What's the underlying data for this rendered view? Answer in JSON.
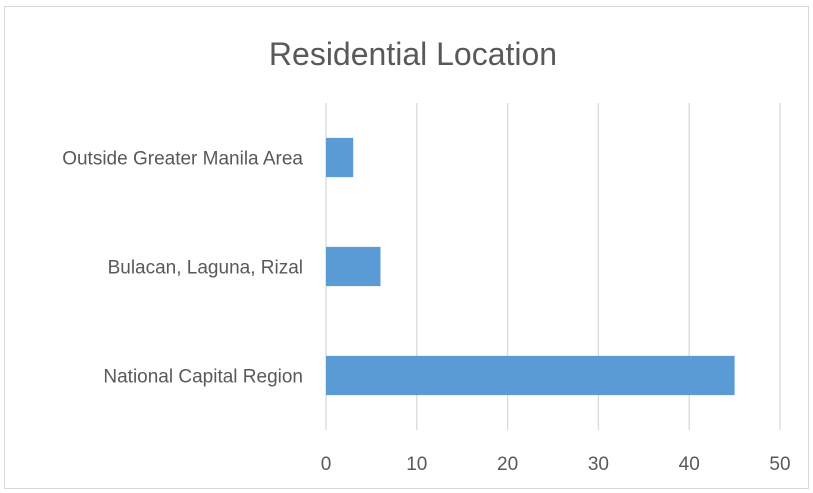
{
  "chart_data": {
    "type": "bar",
    "orientation": "horizontal",
    "title": "Residential Location",
    "categories": [
      "National Capital Region",
      "Bulacan, Laguna, Rizal",
      "Outside Greater Manila Area"
    ],
    "values": [
      45,
      6,
      3
    ],
    "xlim": [
      0,
      50
    ],
    "xticks": [
      "0",
      "10",
      "20",
      "30",
      "40",
      "50"
    ],
    "grid": true,
    "legend": "none",
    "bar_color": "#5b9bd5",
    "grid_color": "#d9d9d9",
    "text_color": "#595959"
  }
}
